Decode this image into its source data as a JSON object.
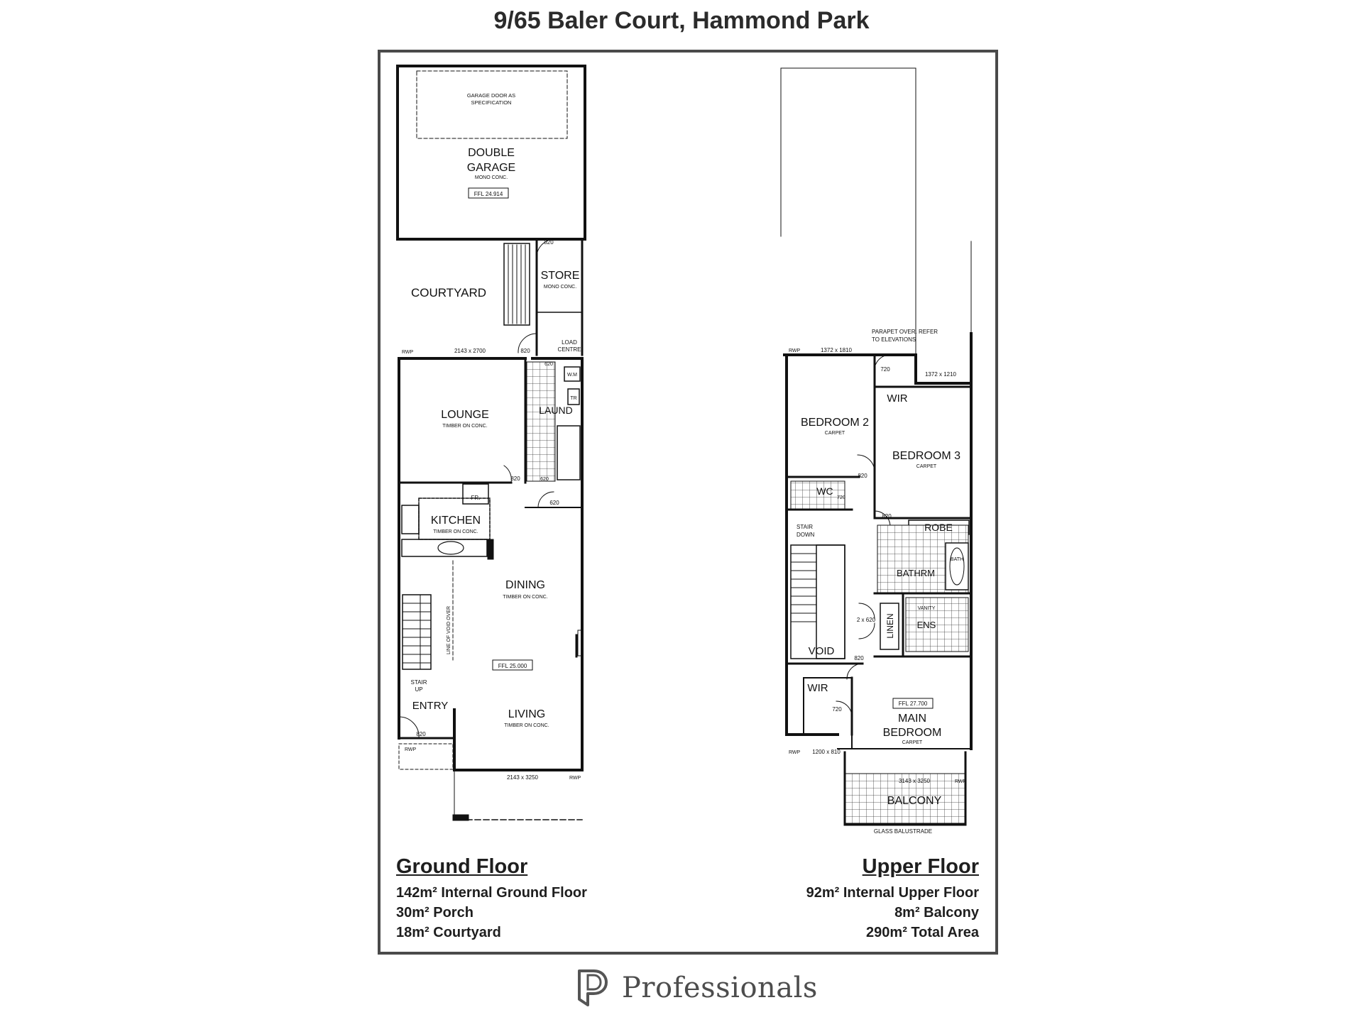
{
  "title": "9/65 Baler Court, Hammond Park",
  "ground": {
    "heading": "Ground Floor",
    "lines": [
      "142m² Internal Ground Floor",
      "30m² Porch",
      "18m² Courtyard"
    ],
    "rooms": {
      "garage_door": [
        "GARAGE DOOR AS",
        "SPECIFICATION"
      ],
      "double_garage": [
        "DOUBLE",
        "GARAGE"
      ],
      "garage_finish": "MONO CONC.",
      "garage_ffl": "FFL 24.914",
      "courtyard": "COURTYARD",
      "store": "STORE",
      "store_finish": "MONO CONC.",
      "load_centre": [
        "LOAD",
        "CENTRE"
      ],
      "lounge": "LOUNGE",
      "lounge_finish": "TIMBER ON CONC.",
      "laund": "LAUND",
      "wm": "W.M",
      "tr": "TR",
      "kitchen": "KITCHEN",
      "kitchen_finish": "TIMBER ON CONC.",
      "fr": "FR.",
      "dining": "DINING",
      "dining_finish": "TIMBER ON CONC.",
      "ffl": "FFL 25.000",
      "living": "LIVING",
      "living_finish": "TIMBER ON CONC.",
      "entry": "ENTRY",
      "stair_up": [
        "STAIR",
        "UP"
      ],
      "void_line": "LINE OF VOID OVER",
      "win_top": "2143 x 2700",
      "win_bottom": "2143 x 3250",
      "d820a": "820",
      "d820b": "820",
      "d820c": "820",
      "d820d": "820",
      "d620a": "620",
      "d620b": "620",
      "d620c": "620",
      "rwp1": "RWP",
      "rwp2": "RWP",
      "rwp3": "RWP"
    }
  },
  "upper": {
    "heading": "Upper Floor",
    "lines": [
      "92m² Internal Upper Floor",
      "8m² Balcony",
      "290m² Total Area"
    ],
    "rooms": {
      "parapet": [
        "PARAPET OVER. REFER",
        "TO ELEVATIONS"
      ],
      "win1": "1372 x 1810",
      "win2": "1372 x 1210",
      "bed2": "BEDROOM 2",
      "bed2_finish": "CARPET",
      "bed3": "BEDROOM 3",
      "bed3_finish": "CARPET",
      "wir1": "WIR",
      "wc": "WC",
      "robe": "ROBE",
      "bath": "BATH",
      "bathroom": "BATHRM",
      "vanity": "VANITY",
      "ens": "ENS",
      "linen": "LINEN",
      "stair_down": [
        "STAIR",
        "DOWN"
      ],
      "void": "VOID",
      "wir2": "WIR",
      "ffl": "FFL 27.700",
      "main": [
        "MAIN",
        "BEDROOM"
      ],
      "main_finish": "CARPET",
      "balcony": "BALCONY",
      "glass": "GLASS BALUSTRADE",
      "win3": "1200 x 810",
      "win4": "3143 x 3250",
      "d720a": "720",
      "d720b": "720",
      "d720c": "720",
      "d820a": "820",
      "d820b": "820",
      "d820c": "820",
      "d2x": "2 x 620",
      "rwp1": "RWP",
      "rwp2": "RWP",
      "rwp3": "RWP"
    }
  },
  "brand": {
    "name": "Professionals",
    "logo_icon": "professionals-logo-icon"
  }
}
